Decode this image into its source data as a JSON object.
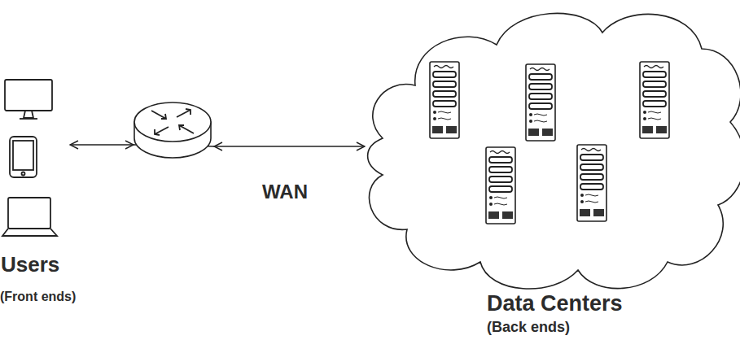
{
  "diagram": {
    "nodes": [
      {
        "text": [
          "Users",
          "(Front ends)"
        ]
      },
      {
        "text": [
          "Data Centers",
          "(Back ends)"
        ]
      }
    ],
    "edges": [
      {
        "from": 0,
        "to": 1,
        "arrow": "both",
        "label": "WAN"
      }
    ]
  }
}
